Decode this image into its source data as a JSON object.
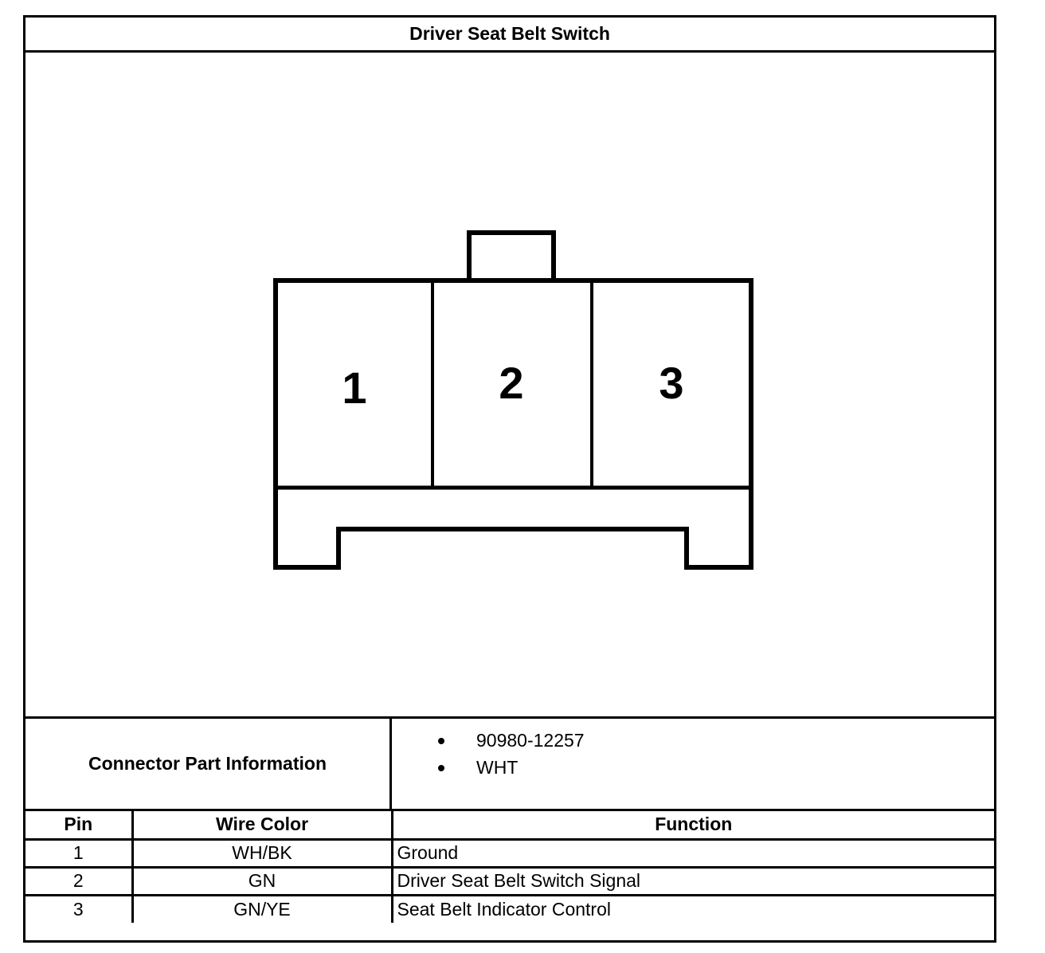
{
  "title": "Driver Seat Belt Switch",
  "connector": {
    "cavities": [
      "1",
      "2",
      "3"
    ]
  },
  "part_info": {
    "label": "Connector Part Information",
    "items": [
      "90980-12257",
      "WHT"
    ]
  },
  "pin_table": {
    "headers": {
      "pin": "Pin",
      "wire": "Wire Color",
      "function": "Function"
    },
    "rows": [
      {
        "pin": "1",
        "wire": "WH/BK",
        "function": "Ground"
      },
      {
        "pin": "2",
        "wire": "GN",
        "function": "Driver Seat Belt Switch Signal"
      },
      {
        "pin": "3",
        "wire": "GN/YE",
        "function": "Seat Belt Indicator Control"
      }
    ]
  }
}
